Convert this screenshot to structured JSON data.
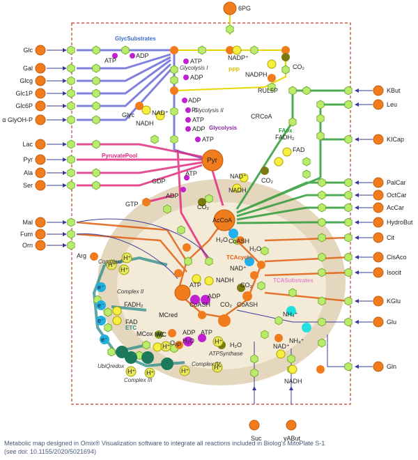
{
  "caption": {
    "line1": "Metabolic map designed in Omix® Visualization software to integrate all reactions included in Biolog's MitoPlate S-1",
    "line2": "(see doi: 10.1155/2020/5021694)"
  },
  "colors": {
    "node_orange": "#f07c1e",
    "hexagon_green": "#b9ec6a",
    "box_border": "#c0392b",
    "glyco_blue": "#6a6ad8",
    "ppp_yellow": "#e8d800",
    "pyruvate_magenta": "#e0227a",
    "faox_green": "#2e9c3a",
    "tca_orange": "#e06010",
    "etc_teal": "#2a8a8a",
    "mito_tan": "#d9c8a8"
  },
  "pathways": {
    "glycsubstrates": "GlycSubstrates",
    "ppp": "PPP",
    "glycolysis": "Glycolysis",
    "pyruvatepool": "PyruvatePool",
    "faox": "FAox",
    "tcacycle": "TCAcycle",
    "tcasubstrates": "TCASubstrates",
    "etc": "ETC"
  },
  "substrates_left": [
    "Glc",
    "Gal",
    "Glcg",
    "Glc1P",
    "Glc6P",
    "α GlyOH-P",
    "Lac",
    "Pyr",
    "Ala",
    "Ser",
    "Mal",
    "Fum",
    "Orn"
  ],
  "substrates_right": [
    "KBut",
    "Leu",
    "KICap",
    "PalCar",
    "OctCar",
    "AcCar",
    "HydroBut",
    "Cit",
    "CisAco",
    "Isocit",
    "KGlu",
    "Glu",
    "Gln"
  ],
  "substrates_bottom": [
    "Suc",
    "γABut"
  ],
  "top_node": "6PG",
  "metabolites": {
    "pyr": "Pyr",
    "accoa": "AcCoA",
    "arg": "Arg",
    "glyc": "Glyc",
    "rul5p": "RUL5P",
    "crcoa": "CRCoA",
    "gdp": "GDP",
    "gtp": "GTP",
    "mc": "MC",
    "mcred": "MCred",
    "mcox": "MCox"
  },
  "cofactors": {
    "atp": "ATP",
    "adp": "ADP",
    "nadp": "NADP⁺",
    "nadph": "NADPH",
    "nad": "NAD⁺",
    "nadh": "NADH",
    "co2": "CO₂",
    "pi": "Pi",
    "fad": "FAD",
    "fadh2": "FADH₂",
    "h2o": "H₂O",
    "o2": "O₂",
    "coash": "CoASH",
    "nh4": "NH₄⁺",
    "h": "H⁺",
    "e": "e⁻",
    "p": "P"
  },
  "complexes": {
    "glycolysis1": "Glycolysis I",
    "glycolysis2": "Glycolysis II",
    "complex1": "ComplexI",
    "complex2": "Complex II",
    "complex3": "Complex III",
    "complex4": "Complex IV",
    "atpsynthase": "ATPSynthase",
    "ubiqredox": "UbiQredox"
  }
}
